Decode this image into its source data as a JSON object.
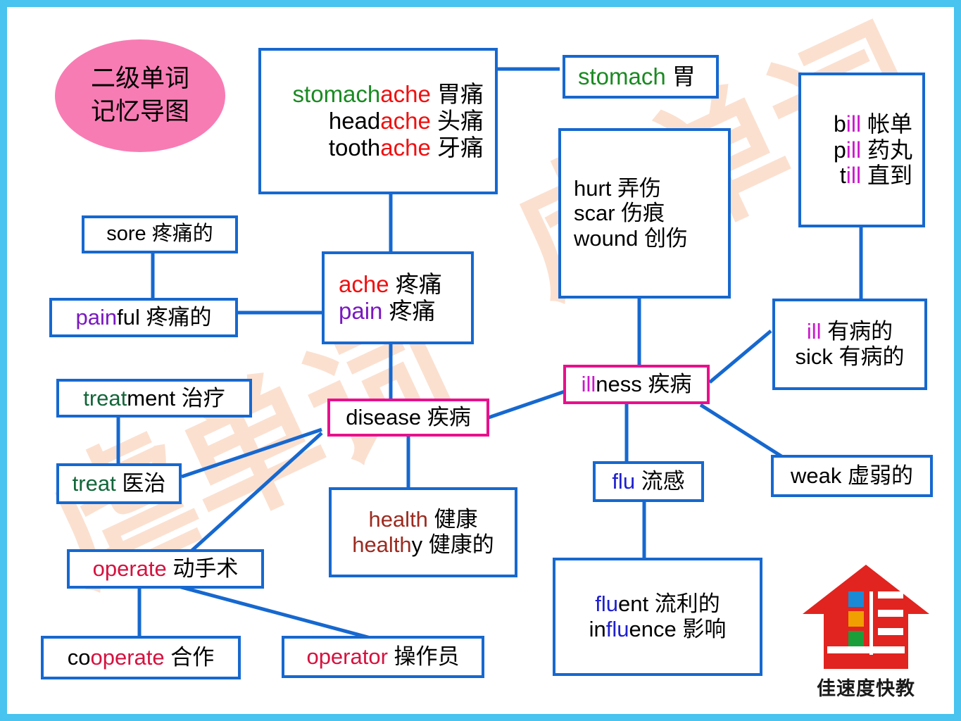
{
  "frame": {
    "border_color": "#49c3f0",
    "background": "#ffffff"
  },
  "watermark": {
    "text": "虐单词",
    "color": "#fbe0d0"
  },
  "title": {
    "line1": "二级单词",
    "line2": "记忆导图",
    "fill": "#f87cb4"
  },
  "logo": {
    "caption": "佳速度快教",
    "character": "佳",
    "colors": [
      "#e1241f",
      "#1b8ad6",
      "#f0a000",
      "#1a9e3a"
    ]
  },
  "colors": {
    "box_border": "#1668cf",
    "center_border": "#e8108c",
    "link": "#1668cf",
    "green": "#1a8a22",
    "dark_green": "#13663a",
    "red": "#f01010",
    "crimson": "#d5123f",
    "purple": "#7a18c0",
    "magenta": "#cc16cc",
    "blue": "#2020cf",
    "dark_red": "#9c2b20",
    "black": "#000000"
  },
  "nodes": {
    "ache_compounds": {
      "lines": [
        [
          {
            "t": "stomach",
            "c": "green"
          },
          {
            "t": "ache",
            "c": "red"
          },
          {
            "t": " 胃痛",
            "c": "black"
          }
        ],
        [
          {
            "t": "head",
            "c": "black"
          },
          {
            "t": "ache",
            "c": "red"
          },
          {
            "t": " 头痛",
            "c": "black"
          }
        ],
        [
          {
            "t": "tooth",
            "c": "black"
          },
          {
            "t": "ache",
            "c": "red"
          },
          {
            "t": " 牙痛",
            "c": "black"
          }
        ]
      ]
    },
    "stomach": {
      "lines": [
        [
          {
            "t": "stomach",
            "c": "green"
          },
          {
            "t": " 胃",
            "c": "black"
          }
        ]
      ]
    },
    "ill_family": {
      "lines": [
        [
          {
            "t": "b",
            "c": "black"
          },
          {
            "t": "ill",
            "c": "magenta"
          },
          {
            "t": " 帐单",
            "c": "black"
          }
        ],
        [
          {
            "t": "p",
            "c": "black"
          },
          {
            "t": "ill",
            "c": "magenta"
          },
          {
            "t": " 药丸",
            "c": "black"
          }
        ],
        [
          {
            "t": "t",
            "c": "black"
          },
          {
            "t": "ill",
            "c": "magenta"
          },
          {
            "t": " 直到",
            "c": "black"
          }
        ]
      ]
    },
    "injury": {
      "lines": [
        [
          {
            "t": "hurt 弄伤",
            "c": "black"
          }
        ],
        [
          {
            "t": "scar 伤痕",
            "c": "black"
          }
        ],
        [
          {
            "t": "wound 创伤",
            "c": "black"
          }
        ]
      ]
    },
    "sore": {
      "lines": [
        [
          {
            "t": "sore 疼痛的",
            "c": "black"
          }
        ]
      ]
    },
    "painful": {
      "lines": [
        [
          {
            "t": "pain",
            "c": "purple"
          },
          {
            "t": "ful 疼痛的",
            "c": "black"
          }
        ]
      ]
    },
    "ache_pain": {
      "lines": [
        [
          {
            "t": "ache",
            "c": "red"
          },
          {
            "t": " 疼痛",
            "c": "black"
          }
        ],
        [
          {
            "t": "pain",
            "c": "purple"
          },
          {
            "t": " 疼痛",
            "c": "black"
          }
        ]
      ]
    },
    "ill_sick": {
      "lines": [
        [
          {
            "t": "ill",
            "c": "magenta"
          },
          {
            "t": " 有病的",
            "c": "black"
          }
        ],
        [
          {
            "t": "sick 有病的",
            "c": "black"
          }
        ]
      ]
    },
    "illness": {
      "lines": [
        [
          {
            "t": "ill",
            "c": "magenta"
          },
          {
            "t": "ness 疾病",
            "c": "black"
          }
        ]
      ]
    },
    "treatment": {
      "lines": [
        [
          {
            "t": "treat",
            "c": "dark_green"
          },
          {
            "t": "ment 治疗",
            "c": "black"
          }
        ]
      ]
    },
    "treat": {
      "lines": [
        [
          {
            "t": "treat",
            "c": "dark_green"
          },
          {
            "t": " 医治",
            "c": "black"
          }
        ]
      ]
    },
    "disease": {
      "lines": [
        [
          {
            "t": "disease 疾病",
            "c": "black"
          }
        ]
      ]
    },
    "flu": {
      "lines": [
        [
          {
            "t": "flu",
            "c": "blue"
          },
          {
            "t": " 流感",
            "c": "black"
          }
        ]
      ]
    },
    "weak": {
      "lines": [
        [
          {
            "t": "weak 虚弱的",
            "c": "black"
          }
        ]
      ]
    },
    "health": {
      "lines": [
        [
          {
            "t": "health",
            "c": "dark_red"
          },
          {
            "t": "  健康",
            "c": "black"
          }
        ],
        [
          {
            "t": "health",
            "c": "dark_red"
          },
          {
            "t": "y 健康的",
            "c": "black"
          }
        ]
      ]
    },
    "fluent": {
      "lines": [
        [
          {
            "t": "flu",
            "c": "blue"
          },
          {
            "t": "ent 流利的",
            "c": "black"
          }
        ],
        [
          {
            "t": "in",
            "c": "black"
          },
          {
            "t": "flu",
            "c": "blue"
          },
          {
            "t": "ence  影响",
            "c": "black"
          }
        ]
      ]
    },
    "operate": {
      "lines": [
        [
          {
            "t": "operate",
            "c": "crimson"
          },
          {
            "t": " 动手术",
            "c": "black"
          }
        ]
      ]
    },
    "cooperate": {
      "lines": [
        [
          {
            "t": "co",
            "c": "black"
          },
          {
            "t": "operate",
            "c": "crimson"
          },
          {
            "t": " 合作",
            "c": "black"
          }
        ]
      ]
    },
    "operator": {
      "lines": [
        [
          {
            "t": "operator",
            "c": "crimson"
          },
          {
            "t": " 操作员",
            "c": "black"
          }
        ]
      ]
    }
  }
}
